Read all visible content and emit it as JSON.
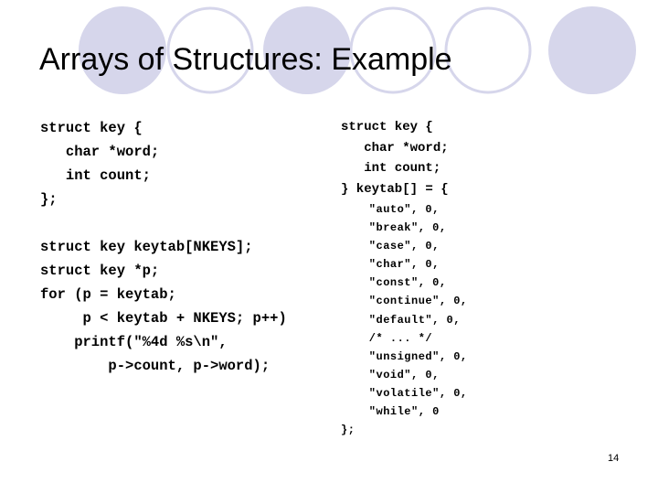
{
  "slide": {
    "title": "Arrays of Structures: Example",
    "left_code": "struct key {\n   char *word;\n   int count;\n};\n\nstruct key keytab[NKEYS];\nstruct key *p;\nfor (p = keytab;\n     p < keytab + NKEYS; p++)\n    printf(\"%4d %s\\n\",\n        p->count, p->word);",
    "right_code_header": "struct key {\n   char *word;\n   int count;\n} keytab[] = {",
    "right_code_body": "    \"auto\", 0,\n    \"break\", 0,\n    \"case\", 0,\n    \"char\", 0,\n    \"const\", 0,\n    \"continue\", 0,\n    \"default\", 0,\n    /* ... */\n    \"unsigned\", 0,\n    \"void\", 0,\n    \"volatile\", 0,\n    \"while\", 0\n};",
    "page_number": "14"
  },
  "colors": {
    "background": "#ffffff",
    "circle_fill": "#d6d6eb",
    "circle_outline": "#d6d6eb",
    "text": "#000000"
  }
}
